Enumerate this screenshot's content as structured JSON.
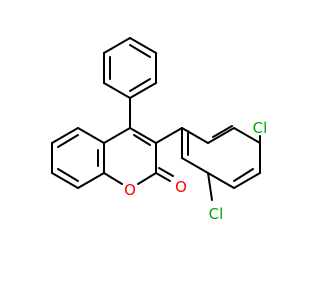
{
  "molecule": {
    "atoms": {
      "cl_para": {
        "symbol": "Cl",
        "color": "#00a800"
      },
      "cl_ortho": {
        "symbol": "Cl",
        "color": "#00a800"
      },
      "o_ring": {
        "symbol": "O",
        "color": "#ff0000"
      },
      "o_carbonyl": {
        "symbol": "O",
        "color": "#ff0000"
      }
    },
    "bond_color": "#000000"
  }
}
